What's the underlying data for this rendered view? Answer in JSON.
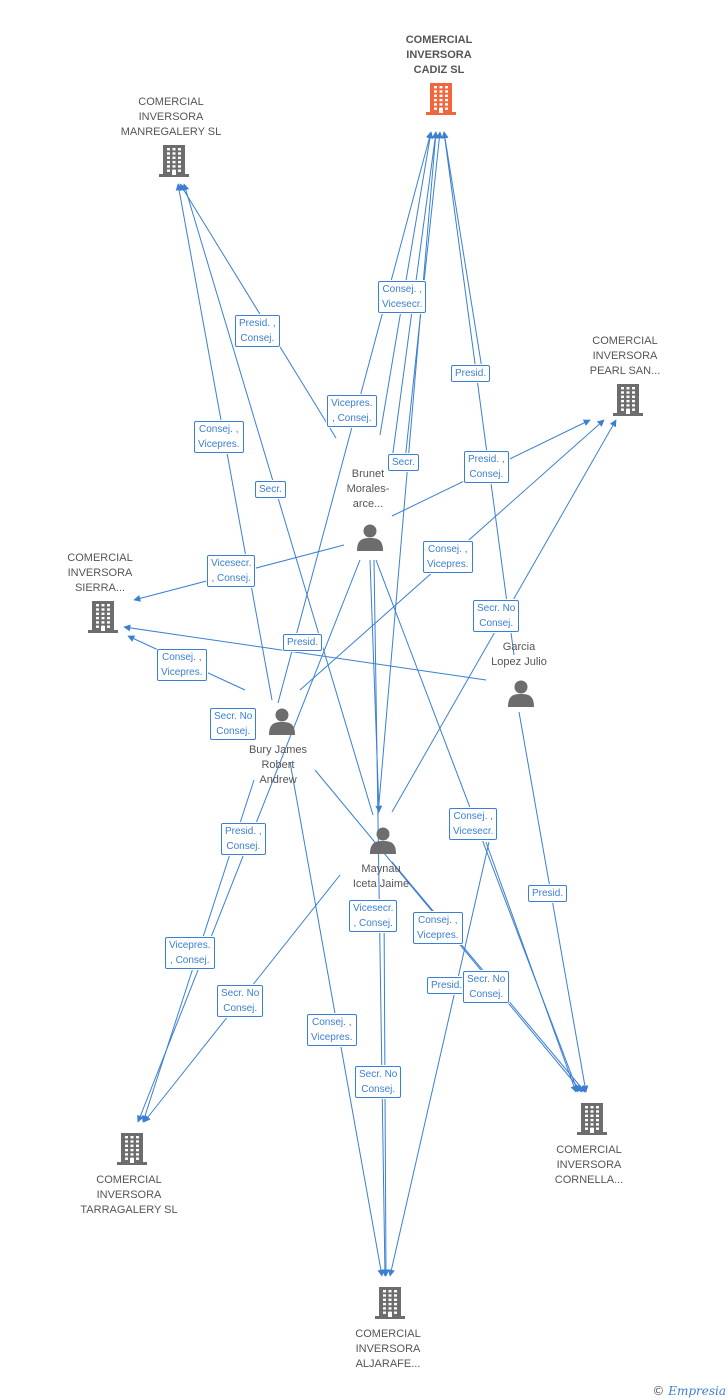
{
  "colors": {
    "edge": "#3a7fd4",
    "company": "#6d6d6d",
    "focus_company": "#f2663c",
    "person": "#6d6d6d"
  },
  "companies": [
    {
      "id": "cadiz",
      "label": "COMERCIAL\nINVERSORA\nCADIZ SL",
      "focus": true,
      "icon": "building-icon"
    },
    {
      "id": "manregalery",
      "label": "COMERCIAL\nINVERSORA\nMANREGALERY SL",
      "icon": "building-icon"
    },
    {
      "id": "pearl",
      "label": "COMERCIAL\nINVERSORA\nPEARL SAN...",
      "icon": "building-icon"
    },
    {
      "id": "sierra",
      "label": "COMERCIAL\nINVERSORA\nSIERRA...",
      "icon": "building-icon"
    },
    {
      "id": "tarragalery",
      "label": "COMERCIAL\nINVERSORA\nTARRAGALERY SL",
      "icon": "building-icon"
    },
    {
      "id": "cornella",
      "label": "COMERCIAL\nINVERSORA\nCORNELLA...",
      "icon": "building-icon"
    },
    {
      "id": "aljarafe",
      "label": "COMERCIAL\nINVERSORA\nALJARAFE...",
      "icon": "building-icon"
    }
  ],
  "persons": [
    {
      "id": "brunet",
      "label": "Brunet\nMorales-\narce...",
      "icon": "person-icon"
    },
    {
      "id": "garcia",
      "label": "Garcia\nLopez Julio",
      "icon": "person-icon"
    },
    {
      "id": "bury",
      "label": "Bury James\nRobert\nAndrew",
      "icon": "person-icon"
    },
    {
      "id": "maynau",
      "label": "Maynau\nIceta Jaime",
      "icon": "person-icon"
    }
  ],
  "edge_labels": [
    "Consej. ,\nVicesecr.",
    "Presid. ,\nConsej.",
    "Presid.",
    "Vicepres.\n, Consej.",
    "Consej. ,\nVicepres.",
    "Secr.",
    "Secr.",
    "Presid. ,\nConsej.",
    "Vicesecr.\n, Consej.",
    "Consej. ,\nVicepres.",
    "Secr. No\nConsej.",
    "Presid.",
    "Consej. ,\nVicepres.",
    "Secr. No\nConsej.",
    "Presid. ,\nConsej.",
    "Consej. ,\nVicesecr.",
    "Vicepres.\n, Consej.",
    "Presid.",
    "Vicesecr.\n, Consej.",
    "Consej. ,\nVicepres.",
    "Presid.",
    "Secr. No\nConsej.",
    "Secr. No\nConsej.",
    "Consej. ,\nVicepres.",
    "Secr. No\nConsej."
  ],
  "footer": {
    "copyright": "©",
    "brand": "Empresia"
  }
}
